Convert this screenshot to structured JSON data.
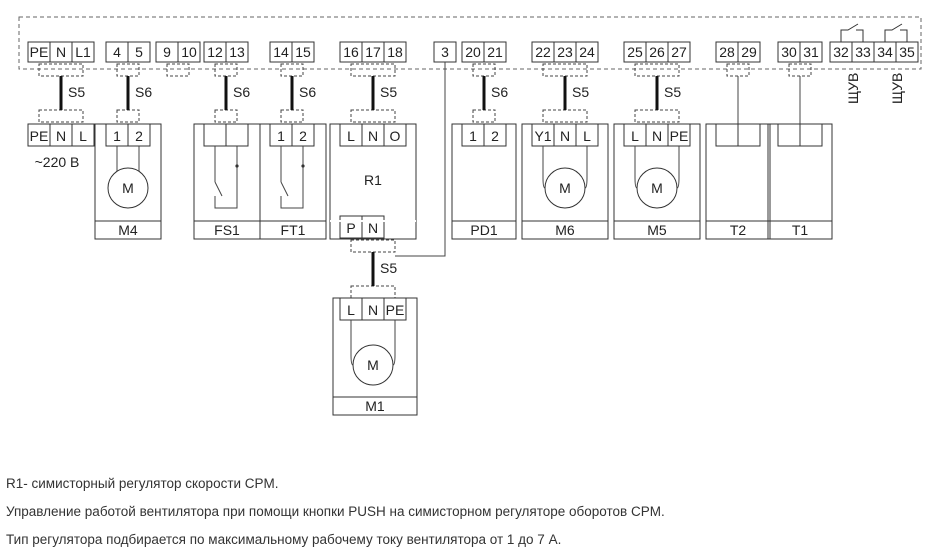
{
  "terminal_block": {
    "groups": [
      {
        "labels": [
          "PE",
          "N",
          "L1"
        ]
      },
      {
        "labels": [
          "4",
          "5"
        ]
      },
      {
        "labels": [
          "9",
          "10"
        ]
      },
      {
        "labels": [
          "12",
          "13"
        ]
      },
      {
        "labels": [
          "14",
          "15"
        ]
      },
      {
        "labels": [
          "16",
          "17",
          "18"
        ]
      },
      {
        "labels": [
          "3"
        ]
      },
      {
        "labels": [
          "20",
          "21"
        ]
      },
      {
        "labels": [
          "22",
          "23",
          "24"
        ]
      },
      {
        "labels": [
          "25",
          "26",
          "27"
        ]
      },
      {
        "labels": [
          "28",
          "29"
        ]
      },
      {
        "labels": [
          "30",
          "31"
        ]
      },
      {
        "labels": [
          "32",
          "33",
          "34",
          "35"
        ]
      }
    ],
    "shuv_labels": [
      "ЩУВ",
      "ЩУВ"
    ]
  },
  "cables": [
    "S5",
    "S6",
    "S6",
    "S6",
    "S5",
    "S6",
    "S5",
    "S5",
    "S5"
  ],
  "supply": {
    "terminals": [
      "PE",
      "N",
      "L"
    ],
    "voltage": "~220 В"
  },
  "devices": [
    {
      "id": "M4",
      "terminals": [
        "1",
        "2"
      ],
      "symbol": "M"
    },
    {
      "id": "FS1",
      "terminals": [
        "",
        ""
      ]
    },
    {
      "id": "FT1",
      "terminals": [
        "1",
        "2"
      ]
    },
    {
      "id": "R1",
      "terminals": [
        "L",
        "N",
        "O"
      ],
      "bottom_terminals": [
        "P",
        "N"
      ],
      "center_label": "R1"
    },
    {
      "id": "PD1",
      "terminals": [
        "1",
        "2"
      ]
    },
    {
      "id": "M6",
      "terminals": [
        "Y1",
        "N",
        "L"
      ],
      "symbol": "M"
    },
    {
      "id": "M5",
      "terminals": [
        "L",
        "N",
        "PE"
      ],
      "symbol": "M"
    },
    {
      "id": "T2",
      "terminals": [
        "",
        ""
      ]
    },
    {
      "id": "T1",
      "terminals": [
        "",
        ""
      ]
    },
    {
      "id": "M1",
      "terminals": [
        "L",
        "N",
        "PE"
      ],
      "symbol": "M"
    }
  ],
  "notes": [
    "R1- симисторный регулятор скорости CPM.",
    "Управление работой вентилятора при помощи кнопки PUSH на симисторном регуляторе оборотов CPM.",
    "Тип регулятора подбирается по максимальному рабочему току вентилятора от 1 до 7 А."
  ]
}
